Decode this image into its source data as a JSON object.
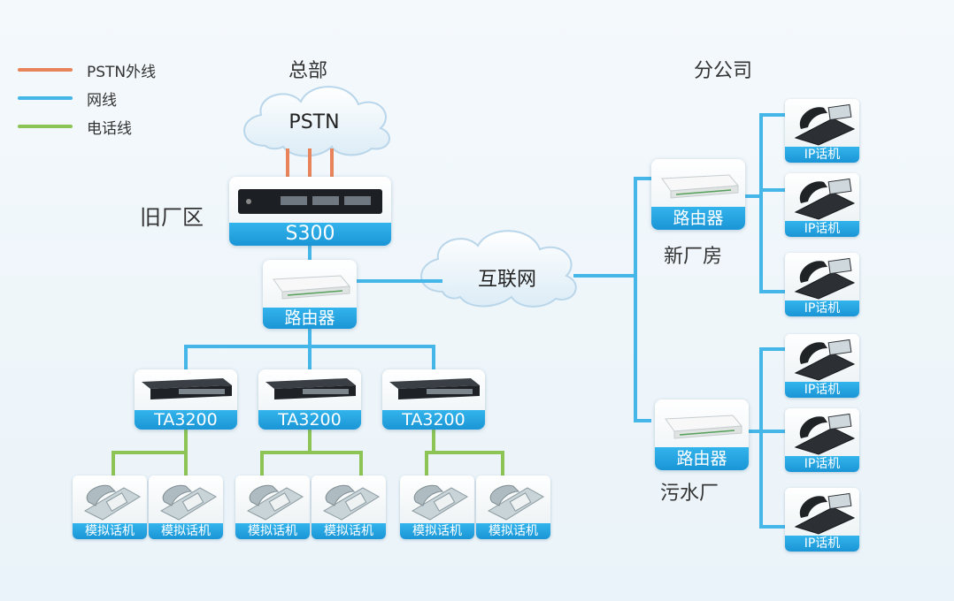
{
  "legend": [
    {
      "label": "PSTN外线",
      "color": "#e8835a"
    },
    {
      "label": "网线",
      "color": "#44b6e8"
    },
    {
      "label": "电话线",
      "color": "#8cc455"
    }
  ],
  "headquarters": {
    "title": "总部",
    "pstn_cloud": "PSTN",
    "area_label": "旧厂区",
    "ippbx": "S300",
    "router": "路由器",
    "gateways": [
      "TA3200",
      "TA3200",
      "TA3200"
    ],
    "analog_phone": "模拟话机"
  },
  "internet": "互联网",
  "branch": {
    "title": "分公司",
    "sites": [
      {
        "name": "新厂房",
        "router": "路由器"
      },
      {
        "name": "污水厂",
        "router": "路由器"
      }
    ],
    "ip_phone": "IP话机"
  },
  "colors": {
    "pstn_line": "#e8835a",
    "network_line": "#44b6e8",
    "phone_line": "#8cc455",
    "caption_bar": "#1fa0de"
  }
}
